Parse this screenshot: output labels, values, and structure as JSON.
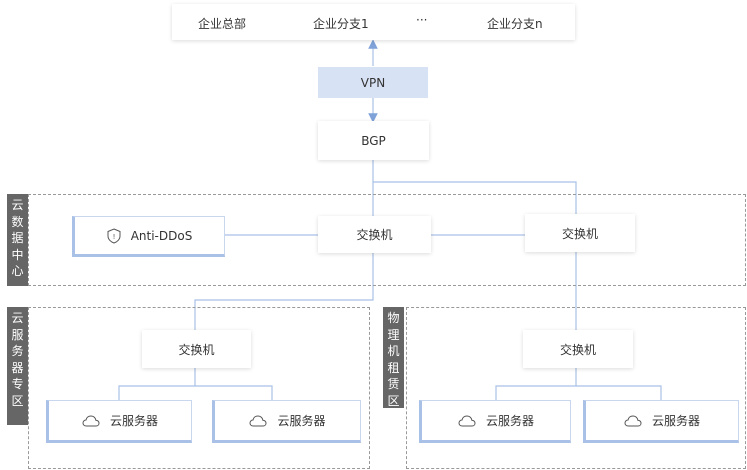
{
  "branches": {
    "hq": "企业总部",
    "branch1": "企业分支1",
    "ellipsis": "···",
    "branchn": "企业分支n"
  },
  "vpn": "VPN",
  "bgp": "BGP",
  "cloud_dc": {
    "label": [
      "云",
      "数",
      "据",
      "中",
      "心"
    ],
    "antiddos": "Anti-DDoS",
    "switch_left": "交换机",
    "switch_right": "交换机"
  },
  "cloud_server_zone": {
    "label": [
      "云",
      "服",
      "务",
      "器",
      "专",
      "区"
    ],
    "switch": "交换机",
    "servers": [
      "云服务器",
      "云服务器"
    ]
  },
  "physical_rent_zone": {
    "label": [
      "物",
      "理",
      "机",
      "租",
      "赁",
      "区"
    ],
    "switch": "交换机",
    "servers": [
      "云服务器",
      "云服务器"
    ]
  },
  "colors": {
    "line": "#a9c1e6",
    "vpn_fill": "#d8e2f5",
    "label_bg": "#666666",
    "dashed": "#999999"
  }
}
